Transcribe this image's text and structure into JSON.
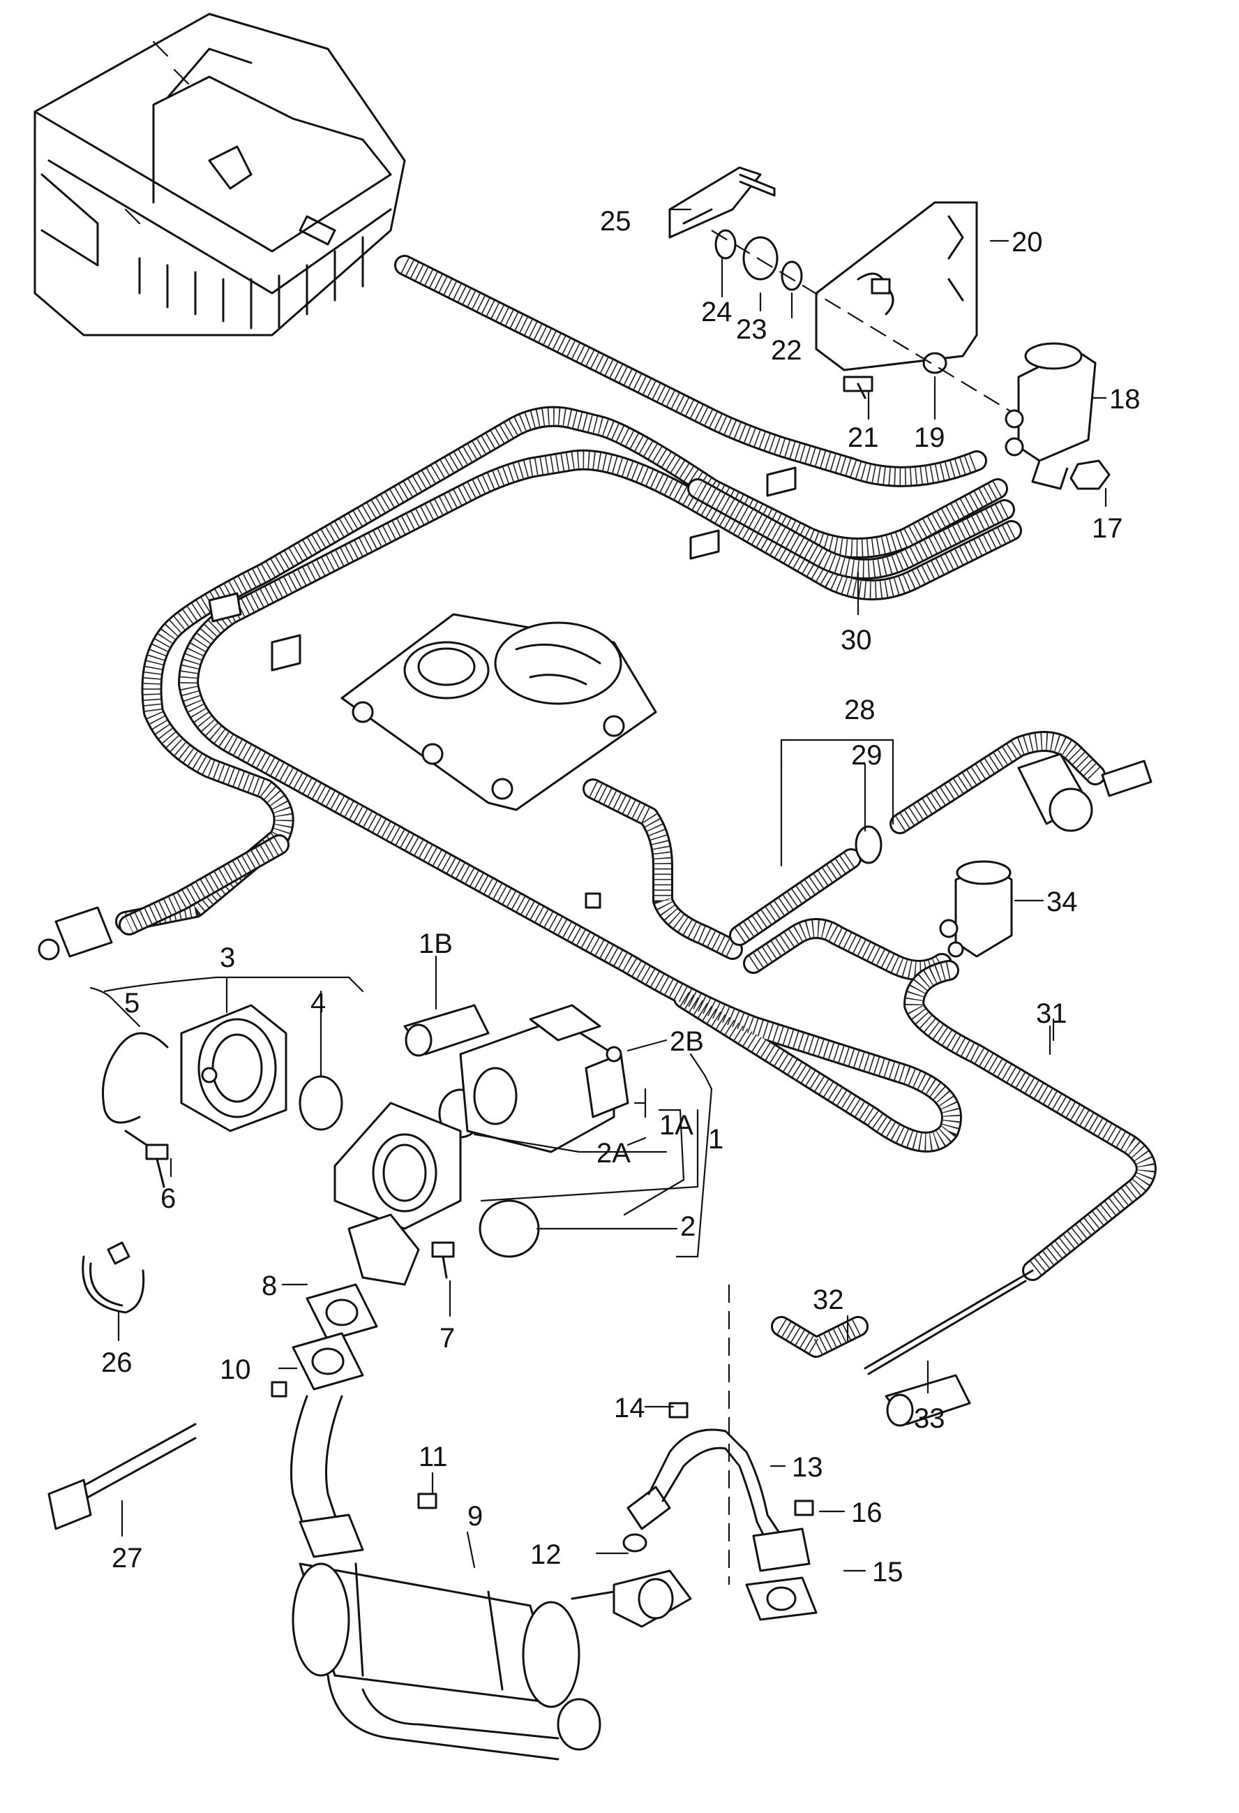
{
  "callouts": {
    "c1": "1",
    "c1A": "1A",
    "c1B": "1B",
    "c2": "2",
    "c2A": "2A",
    "c2B": "2B",
    "c3": "3",
    "c4": "4",
    "c5": "5",
    "c6": "6",
    "c7": "7",
    "c8": "8",
    "c9": "9",
    "c10": "10",
    "c11": "11",
    "c12": "12",
    "c13": "13",
    "c14": "14",
    "c15": "15",
    "c16": "16",
    "c17": "17",
    "c18": "18",
    "c19": "19",
    "c20": "20",
    "c21": "21",
    "c22": "22",
    "c23": "23",
    "c24": "24",
    "c25": "25",
    "c26": "26",
    "c27": "27",
    "c28": "28",
    "c29": "29",
    "c30": "30",
    "c31": "31",
    "c32": "32",
    "c33": "33",
    "c34": "34"
  }
}
